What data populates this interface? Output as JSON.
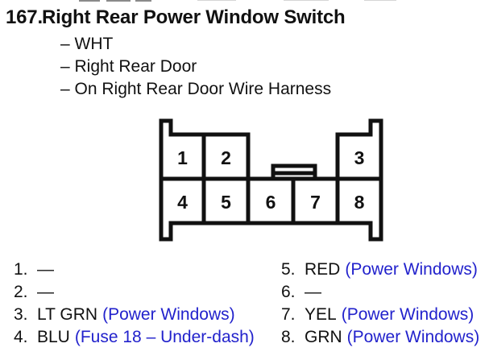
{
  "page": {
    "item_number": "167.",
    "title": "Right Rear Power Window Switch",
    "details": [
      "– WHT",
      "– Right Rear Door",
      "– On Right Rear Door Wire Harness"
    ]
  },
  "connector": {
    "pins_top_row": [
      "1",
      "2",
      "3"
    ],
    "pins_bottom_row": [
      "4",
      "5",
      "6",
      "7",
      "8"
    ]
  },
  "pin_list": {
    "left": [
      {
        "num": "1.",
        "wire": "—",
        "note": ""
      },
      {
        "num": "2.",
        "wire": "—",
        "note": ""
      },
      {
        "num": "3.",
        "wire": "LT GRN",
        "note": "(Power Windows)"
      },
      {
        "num": "4.",
        "wire": "BLU",
        "note": "(Fuse 18 – Under-dash)"
      }
    ],
    "right": [
      {
        "num": "5.",
        "wire": "RED",
        "note": "(Power Windows)"
      },
      {
        "num": "6.",
        "wire": "—",
        "note": ""
      },
      {
        "num": "7.",
        "wire": "YEL",
        "note": "(Power Windows)"
      },
      {
        "num": "8.",
        "wire": "GRN",
        "note": "(Power Windows)"
      }
    ]
  },
  "colors": {
    "note_blue": "#2222cc",
    "line_black": "#111111"
  }
}
